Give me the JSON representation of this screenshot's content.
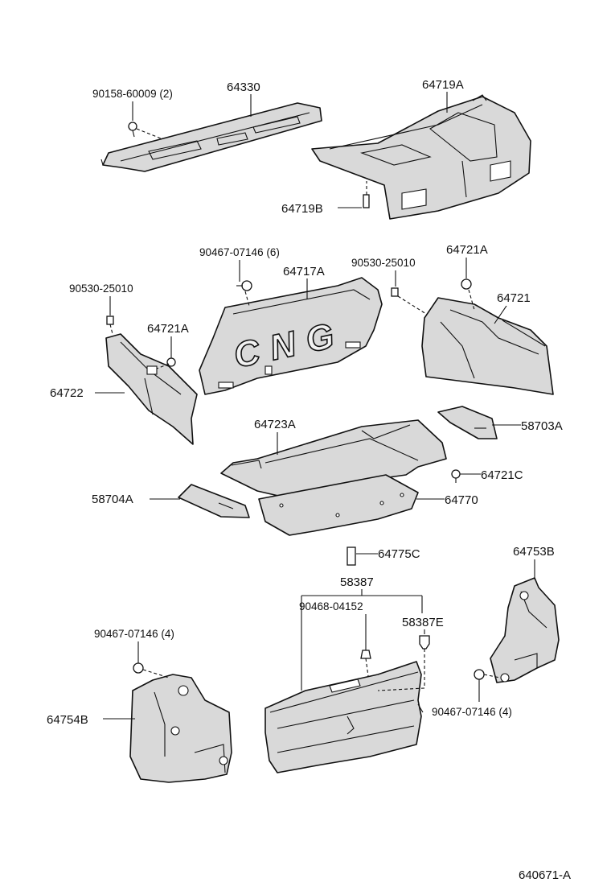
{
  "labels": {
    "p_90158_60009": "90158-60009 (2)",
    "p_64330": "64330",
    "p_64719A": "64719A",
    "p_64719B": "64719B",
    "p_90467_07146_6": "90467-07146 (6)",
    "p_64717A": "64717A",
    "p_90530_25010_r": "90530-25010",
    "p_64721A_r": "64721A",
    "p_90530_25010_l": "90530-25010",
    "p_64721A_l": "64721A",
    "p_64721": "64721",
    "p_64722": "64722",
    "p_64723A": "64723A",
    "p_58703A": "58703A",
    "p_64721C": "64721C",
    "p_58704A": "58704A",
    "p_64770": "64770",
    "p_64775C": "64775C",
    "p_64753B": "64753B",
    "p_58387": "58387",
    "p_90468_04152": "90468-04152",
    "p_58387E": "58387E",
    "p_90467_07146_4l": "90467-07146 (4)",
    "p_64754B": "64754B",
    "p_90467_07146_4r": "90467-07146 (4)",
    "diagram_code": "640671-A",
    "cng_text": "CNG"
  }
}
